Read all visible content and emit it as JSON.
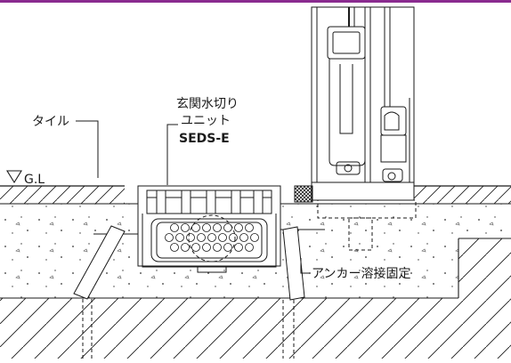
{
  "labels": {
    "tile": "タイル",
    "product_line1": "玄関水切り",
    "product_line2": "ユニット",
    "product_code": "SEDS-E",
    "ground_level": "G.L",
    "anchor": "アンカー溶接固定"
  },
  "colors": {
    "top_accent": "#8a2b8f",
    "line": "#1a1a1a",
    "background": "#ffffff"
  }
}
